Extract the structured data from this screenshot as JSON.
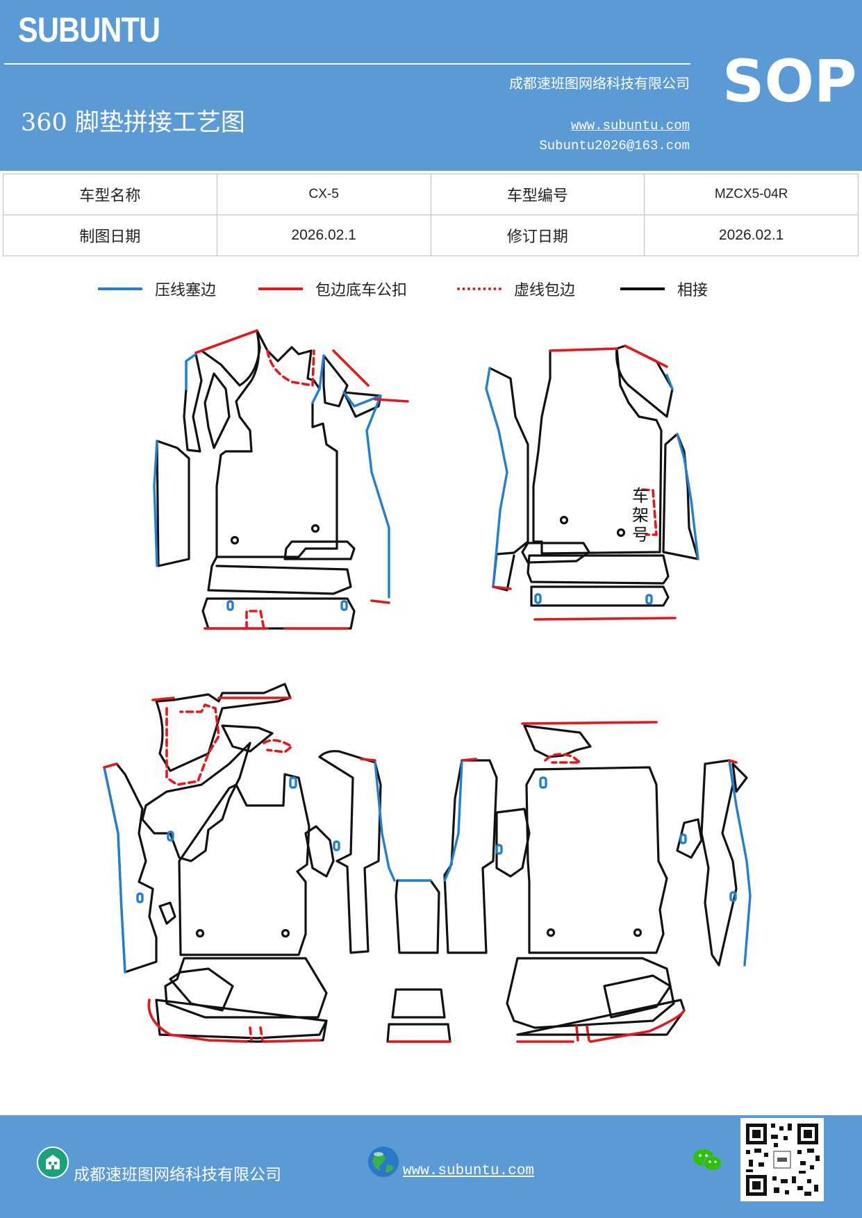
{
  "header": {
    "brand": "SUBUNTU",
    "company": "成都速班图网络科技有限公司",
    "title": "360 脚垫拼接工艺图",
    "website": "www.subuntu.com",
    "email": "Subuntu2026@163.com",
    "badge": "SOP"
  },
  "info_table": {
    "rows": [
      [
        "车型名称",
        "CX-5",
        "车型编号",
        "MZCX5-04R"
      ],
      [
        "制图日期",
        "2026.02.1",
        "修订日期",
        "2026.02.1"
      ]
    ]
  },
  "legend": [
    {
      "label": "压线塞边",
      "color": "#1f7fd1",
      "style": "solid"
    },
    {
      "label": "包边底车公扣",
      "color": "#e8161a",
      "style": "solid"
    },
    {
      "label": "虚线包边",
      "color": "#e8161a",
      "style": "dashed"
    },
    {
      "label": "相接",
      "color": "#000000",
      "style": "solid"
    }
  ],
  "drawing": {
    "frame_label_chars": [
      "车",
      "架",
      "号"
    ],
    "colors": {
      "outline": "#111111",
      "blue": "#1f7fd1",
      "red": "#e8161a"
    }
  },
  "footer": {
    "company": "成都速班图网络科技有限公司",
    "website": "www.subuntu.com ",
    "icons": [
      "building-icon",
      "globe-icon",
      "wechat-icon",
      "qr-code"
    ]
  }
}
